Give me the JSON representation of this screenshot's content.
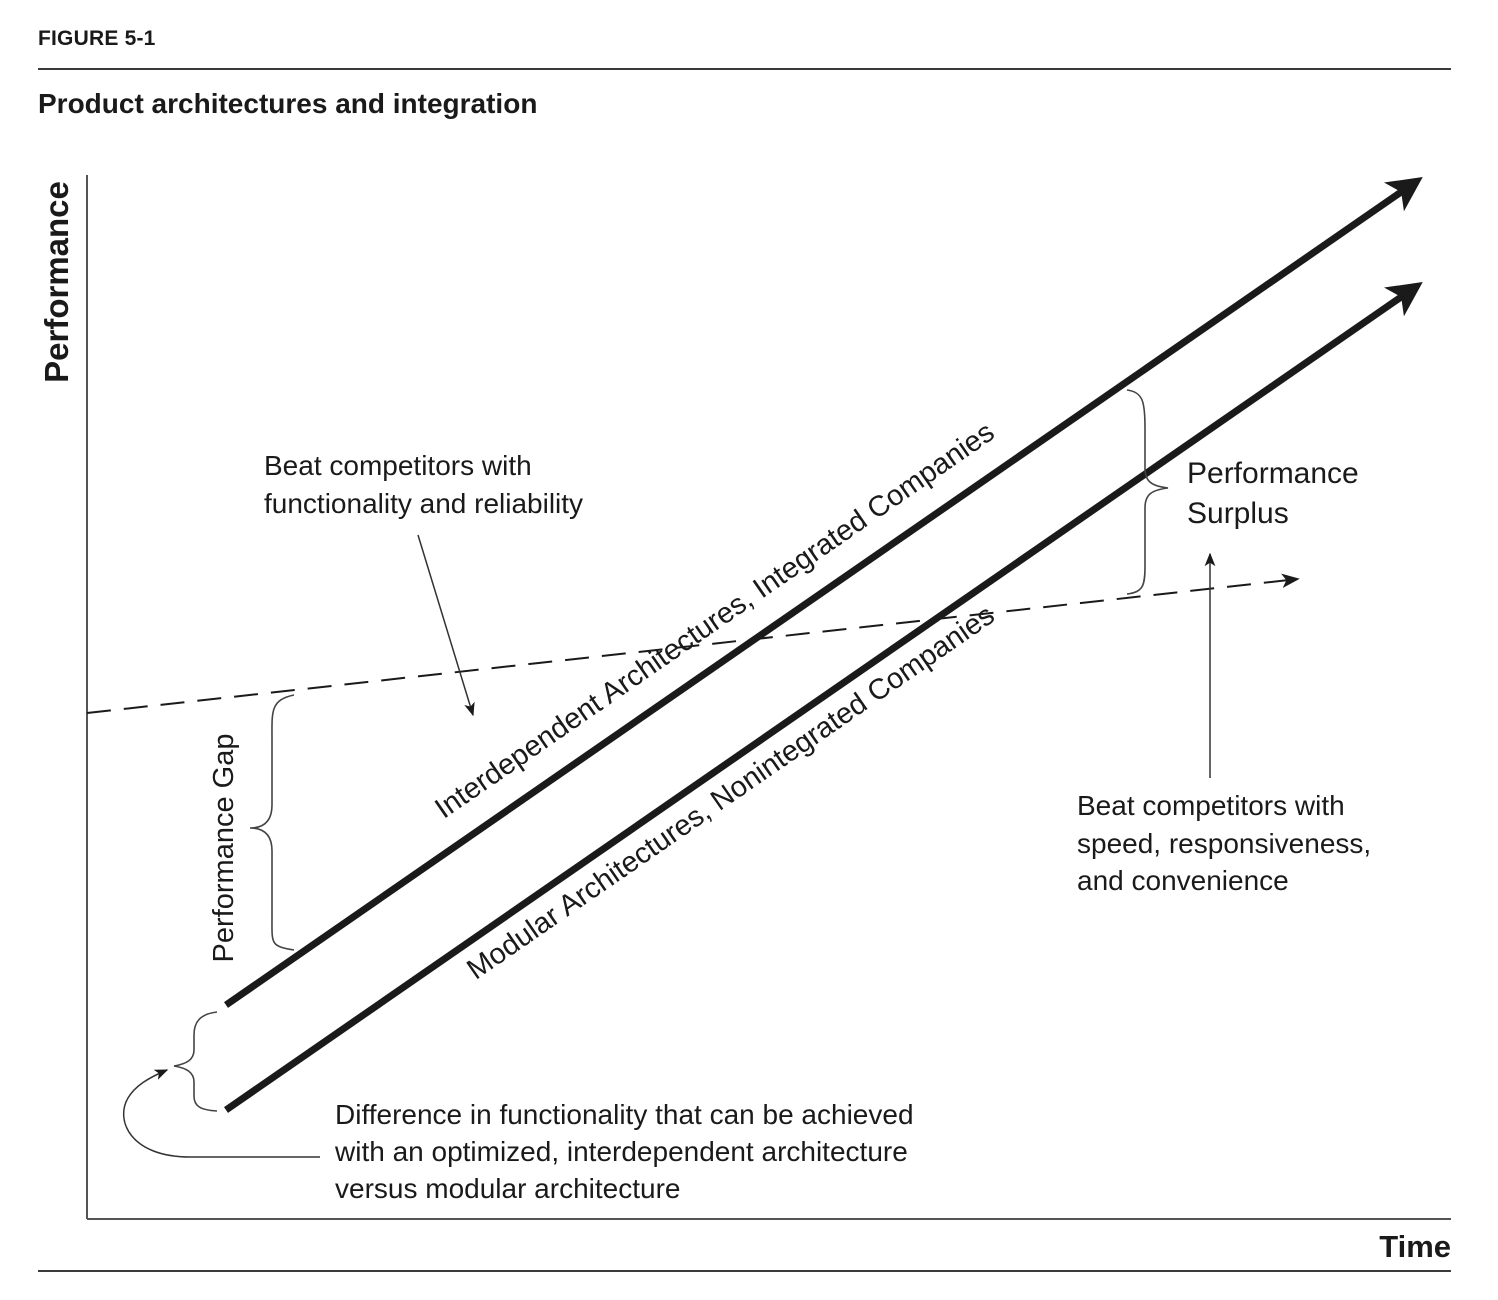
{
  "figure": {
    "label": "FIGURE 5-1",
    "title": "Product architectures and integration"
  },
  "axes": {
    "y_label": "Performance",
    "x_label": "Time"
  },
  "lines": {
    "integrated": "Interdependent Architectures, Integrated Companies",
    "modular": "Modular Architectures, Nonintegrated Companies"
  },
  "annotations": {
    "performance_gap": "Performance Gap",
    "performance_surplus": [
      "Performance",
      "Surplus"
    ],
    "beat_functionality": [
      "Beat competitors with",
      "functionality and reliability"
    ],
    "beat_speed": [
      "Beat competitors with",
      "speed, responsiveness,",
      "and convenience"
    ],
    "difference": [
      "Difference in functionality that can be achieved",
      "with an optimized, interdependent architecture",
      "versus modular architecture"
    ]
  },
  "colors": {
    "ink": "#1a1a1a",
    "thin_line": "#333333",
    "background": "#ffffff"
  }
}
